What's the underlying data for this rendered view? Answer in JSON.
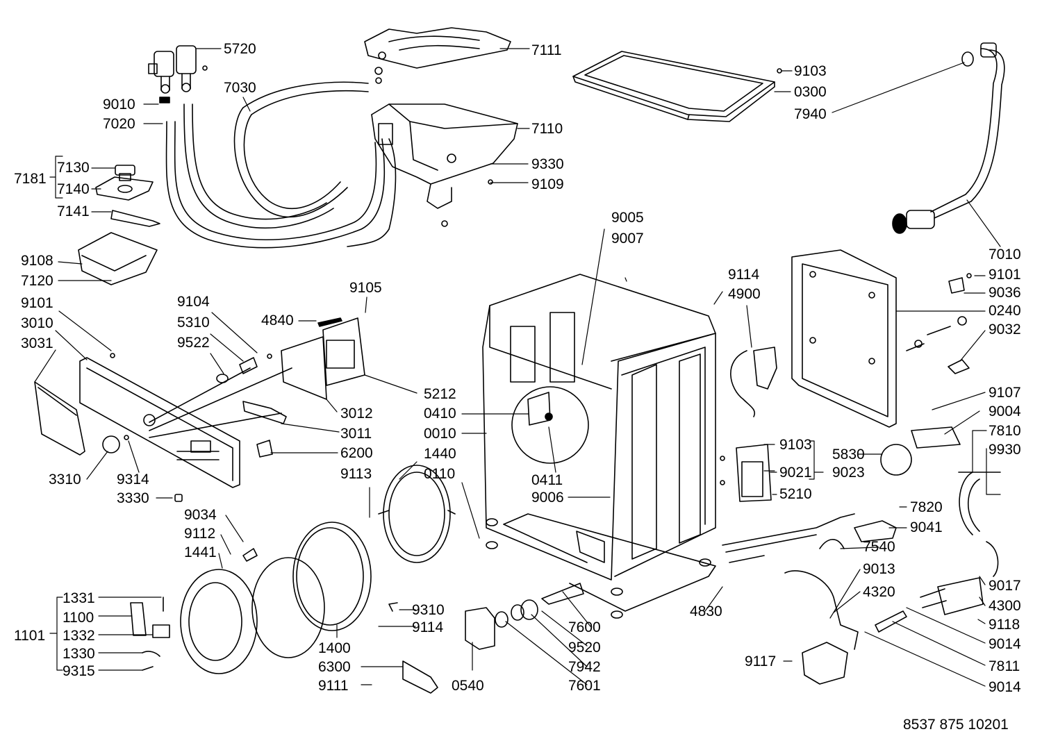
{
  "document_ref": "8537 875 10201",
  "labels": [
    {
      "id": "5720",
      "text": "5720"
    },
    {
      "id": "7111",
      "text": "7111"
    },
    {
      "id": "9103-top",
      "text": "9103"
    },
    {
      "id": "0300",
      "text": "0300"
    },
    {
      "id": "7940",
      "text": "7940"
    },
    {
      "id": "7030",
      "text": "7030"
    },
    {
      "id": "9010",
      "text": "9010"
    },
    {
      "id": "7020",
      "text": "7020"
    },
    {
      "id": "7110",
      "text": "7110"
    },
    {
      "id": "7130",
      "text": "7130"
    },
    {
      "id": "7181",
      "text": "7181"
    },
    {
      "id": "7140",
      "text": "7140"
    },
    {
      "id": "9330",
      "text": "9330"
    },
    {
      "id": "9109",
      "text": "9109"
    },
    {
      "id": "7141",
      "text": "7141"
    },
    {
      "id": "9005",
      "text": "9005"
    },
    {
      "id": "9007",
      "text": "9007"
    },
    {
      "id": "7010",
      "text": "7010"
    },
    {
      "id": "9108",
      "text": "9108"
    },
    {
      "id": "7120",
      "text": "7120"
    },
    {
      "id": "9114-top",
      "text": "9114"
    },
    {
      "id": "4900",
      "text": "4900"
    },
    {
      "id": "9101-right",
      "text": "9101"
    },
    {
      "id": "9036",
      "text": "9036"
    },
    {
      "id": "0240",
      "text": "0240"
    },
    {
      "id": "9105",
      "text": "9105"
    },
    {
      "id": "9101-left",
      "text": "9101"
    },
    {
      "id": "9104",
      "text": "9104"
    },
    {
      "id": "4840",
      "text": "4840"
    },
    {
      "id": "3010",
      "text": "3010"
    },
    {
      "id": "5310",
      "text": "5310"
    },
    {
      "id": "9032",
      "text": "9032"
    },
    {
      "id": "3031",
      "text": "3031"
    },
    {
      "id": "9522",
      "text": "9522"
    },
    {
      "id": "5212",
      "text": "5212"
    },
    {
      "id": "9107",
      "text": "9107"
    },
    {
      "id": "9004",
      "text": "9004"
    },
    {
      "id": "3012",
      "text": "3012"
    },
    {
      "id": "0410",
      "text": "0410"
    },
    {
      "id": "7810",
      "text": "7810"
    },
    {
      "id": "3011",
      "text": "3011"
    },
    {
      "id": "0010",
      "text": "0010"
    },
    {
      "id": "9103-mid",
      "text": "9103"
    },
    {
      "id": "9930",
      "text": "9930"
    },
    {
      "id": "6200",
      "text": "6200"
    },
    {
      "id": "1440",
      "text": "1440"
    },
    {
      "id": "5830",
      "text": "5830"
    },
    {
      "id": "9021",
      "text": "9021"
    },
    {
      "id": "9023",
      "text": "9023"
    },
    {
      "id": "9113",
      "text": "9113"
    },
    {
      "id": "0110",
      "text": "0110"
    },
    {
      "id": "3310",
      "text": "3310"
    },
    {
      "id": "9314",
      "text": "9314"
    },
    {
      "id": "0411",
      "text": "0411"
    },
    {
      "id": "5210",
      "text": "5210"
    },
    {
      "id": "3330",
      "text": "3330"
    },
    {
      "id": "9006",
      "text": "9006"
    },
    {
      "id": "7820",
      "text": "7820"
    },
    {
      "id": "9034",
      "text": "9034"
    },
    {
      "id": "9041",
      "text": "9041"
    },
    {
      "id": "9112",
      "text": "9112"
    },
    {
      "id": "7540",
      "text": "7540"
    },
    {
      "id": "1441",
      "text": "1441"
    },
    {
      "id": "9013",
      "text": "9013"
    },
    {
      "id": "9017",
      "text": "9017"
    },
    {
      "id": "1331",
      "text": "1331"
    },
    {
      "id": "4320",
      "text": "4320"
    },
    {
      "id": "4300",
      "text": "4300"
    },
    {
      "id": "9310",
      "text": "9310"
    },
    {
      "id": "4830",
      "text": "4830"
    },
    {
      "id": "1100",
      "text": "1100"
    },
    {
      "id": "9118",
      "text": "9118"
    },
    {
      "id": "9114-bot",
      "text": "9114"
    },
    {
      "id": "7600",
      "text": "7600"
    },
    {
      "id": "1101",
      "text": "1101"
    },
    {
      "id": "1332",
      "text": "1332"
    },
    {
      "id": "1400",
      "text": "1400"
    },
    {
      "id": "9014-a",
      "text": "9014"
    },
    {
      "id": "9520",
      "text": "9520"
    },
    {
      "id": "1330",
      "text": "1330"
    },
    {
      "id": "9117",
      "text": "9117"
    },
    {
      "id": "6300",
      "text": "6300"
    },
    {
      "id": "7942",
      "text": "7942"
    },
    {
      "id": "7811",
      "text": "7811"
    },
    {
      "id": "9315",
      "text": "9315"
    },
    {
      "id": "9111",
      "text": "9111"
    },
    {
      "id": "0540",
      "text": "0540"
    },
    {
      "id": "7601",
      "text": "7601"
    },
    {
      "id": "9014-b",
      "text": "9014"
    }
  ]
}
